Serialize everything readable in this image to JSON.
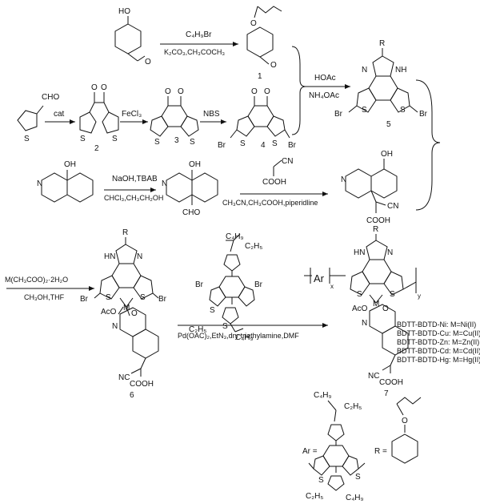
{
  "reagents": {
    "step1": "C₄H₉Br",
    "step1_cond": "K₂CO₃,CH₃COCH₃",
    "step2": "cat",
    "step3": "FeCl₃",
    "step4": "NBS",
    "step5_top": "HOAc",
    "step5_bot": "NH₄OAc",
    "step6_top": "NaOH,TBAB",
    "step6_bot": "CHCl₃,CH₃CH₂OH",
    "step7_bot": "CH₃CN,CH₃COOH,piperidline",
    "step8_top": "M(CH₃COO)₂·2H₂O",
    "step8_bot": "CH₃OH,THF",
    "step9_bot": "Pd(OAC)₂,EtN₃,dry triethylamine,DMF"
  },
  "compounds": {
    "c1": "1",
    "c2": "2",
    "c3": "3",
    "c4": "4",
    "c5": "5",
    "c6": "6",
    "c7": "7"
  },
  "atoms": {
    "ho": "HO",
    "o": "O",
    "cho": "CHO",
    "s": "S",
    "br": "Br",
    "r": "R",
    "n": "N",
    "nh": "NH",
    "hn": "HN",
    "oh": "OH",
    "cn": "CN",
    "cooh": "COOH",
    "nc": "NC",
    "m": "M",
    "aco": "AcO",
    "ar": "Ar",
    "c4h9": "C₄H₉",
    "c2h5": "C₂H₅",
    "x": "x",
    "y": "y",
    "ar_eq": "Ar =",
    "r_eq": "R ="
  },
  "polymers": [
    "BDTT-BDTD-Ni: M=Ni(II)",
    "BDTT-BDTD-Cu: M=Cu(II)",
    "BDTT-BDTD-Zn: M=Zn(II)",
    "BDTT-BDTD-Cd: M=Cd(II)",
    "BDTT-BDTD-Hg: M=Hg(II)"
  ]
}
